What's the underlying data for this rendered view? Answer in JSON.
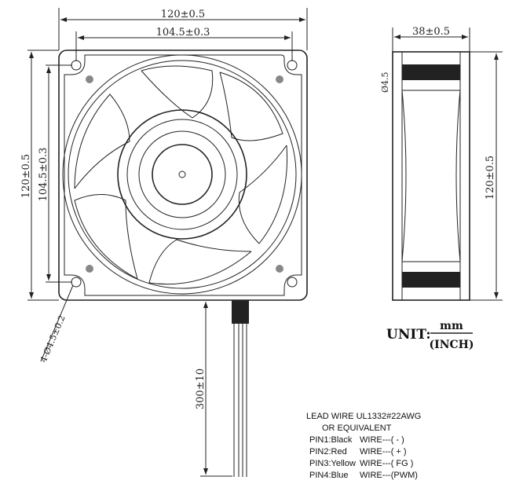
{
  "front_view": {
    "overall_width": "120±0.5",
    "hole_spacing_width": "104.5±0.3",
    "overall_height": "120±0.5",
    "hole_spacing_height": "104.5±0.3",
    "mounting_holes": "4-Ø4.5±0.2",
    "lead_length": "300±10"
  },
  "side_view": {
    "depth": "38±0.5",
    "hole_diameter": "Ø4.5",
    "height": "120±0.5"
  },
  "unit": {
    "label": "UNIT:",
    "primary": "mm",
    "secondary": "(INCH)"
  },
  "lead_wire": {
    "title": "LEAD WIRE UL1332#22AWG",
    "subtitle": "OR EQUIVALENT",
    "pins": [
      {
        "pin": "PIN1:Black",
        "function": "WIRE---( - )"
      },
      {
        "pin": "PIN2:Red",
        "function": "WIRE---( + )"
      },
      {
        "pin": "PIN3:Yellow",
        "function": "WIRE---( FG )"
      },
      {
        "pin": "PIN4:Blue",
        "function": "WIRE---(PWM)"
      }
    ]
  },
  "colors": {
    "wire_black": "#222222",
    "hole_fill": "#888888"
  }
}
